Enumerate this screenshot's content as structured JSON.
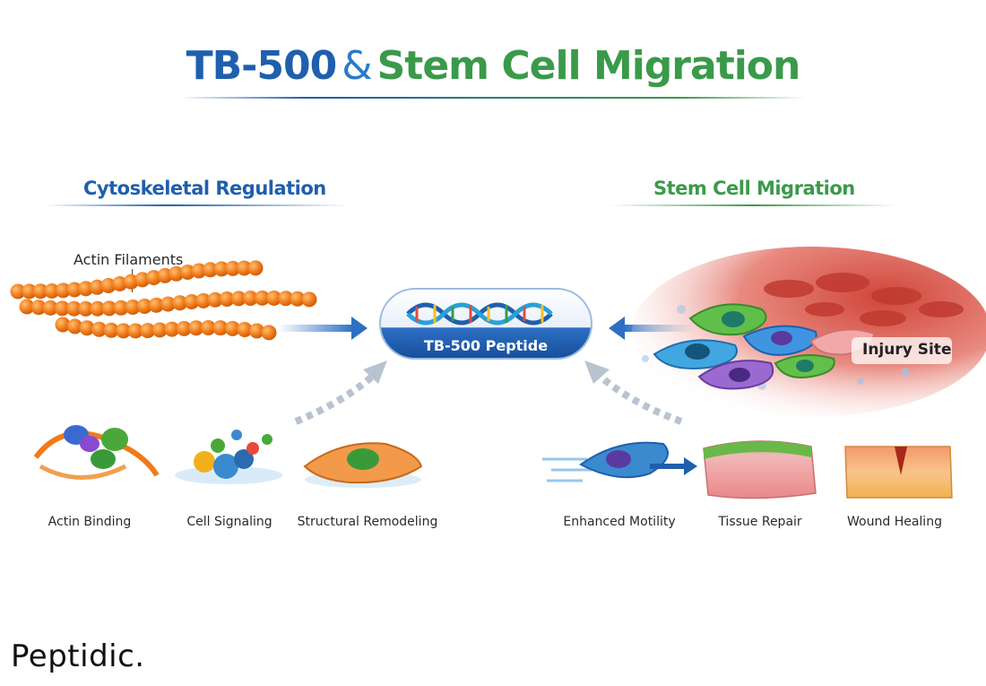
{
  "title": {
    "part1": "TB-500",
    "amp": "&",
    "part2": "Stem Cell Migration"
  },
  "left_section": {
    "heading": "Cytoskeletal Regulation",
    "actin_label": "Actin Filaments",
    "items": [
      "Actin Binding",
      "Cell Signaling",
      "Structural Remodeling"
    ]
  },
  "center": {
    "peptide_label": "TB-500 Peptide"
  },
  "right_section": {
    "heading": "Stem Cell Migration",
    "injury_label": "Injury Site",
    "items": [
      "Enhanced Motility",
      "Tissue Repair",
      "Wound Healing"
    ]
  },
  "brand": "Peptidic.",
  "colors": {
    "blue": "#1f5fad",
    "green": "#3a9a4a",
    "orange": "#f07a1a"
  }
}
